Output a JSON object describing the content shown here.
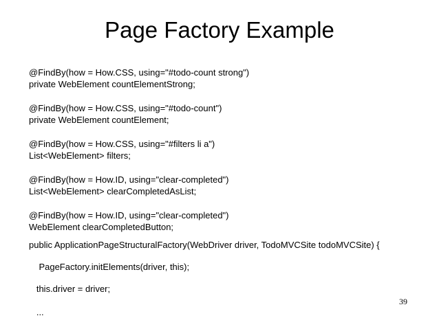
{
  "slide": {
    "title": "Page Factory Example",
    "slide_number": "39",
    "code_lines": [
      "@FindBy(how = How.CSS, using=\"#todo-count strong\")",
      "private WebElement countElementStrong;",
      "@FindBy(how = How.CSS, using=\"#todo-count\")",
      "private WebElement countElement;",
      "@FindBy(how = How.CSS, using=\"#filters li a\")",
      "List<WebElement> filters;",
      "@FindBy(how = How.ID, using=\"clear-completed\")",
      "List<WebElement> clearCompletedAsList;",
      "@FindBy(how = How.ID, using=\"clear-completed\")",
      "WebElement clearCompletedButton;",
      "public ApplicationPageStructuralFactory(WebDriver driver, TodoMVCSite todoMVCSite) {",
      "    PageFactory.initElements(driver, this);",
      "   this.driver = driver;",
      "   ..."
    ]
  }
}
